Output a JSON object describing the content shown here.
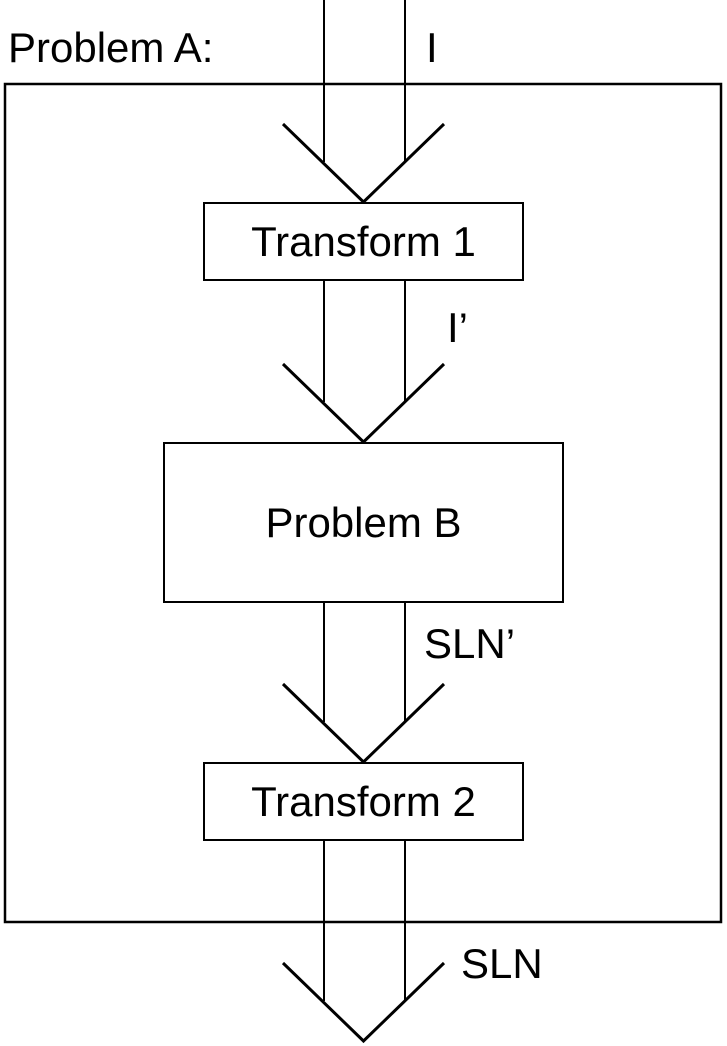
{
  "colors": {
    "line": "#000000",
    "background": "#ffffff"
  },
  "diagram": {
    "title": "Problem A:",
    "boundary": {
      "represents": "Problem A"
    },
    "nodes": [
      {
        "id": "transform-1",
        "label": "Transform 1"
      },
      {
        "id": "problem-b",
        "label": "Problem B"
      },
      {
        "id": "transform-2",
        "label": "Transform 2"
      }
    ],
    "edges": [
      {
        "from": "external-input",
        "to": "transform-1",
        "label": "I"
      },
      {
        "from": "transform-1",
        "to": "problem-b",
        "label": "I’"
      },
      {
        "from": "problem-b",
        "to": "transform-2",
        "label": "SLN’"
      },
      {
        "from": "transform-2",
        "to": "external-output",
        "label": "SLN"
      }
    ]
  }
}
